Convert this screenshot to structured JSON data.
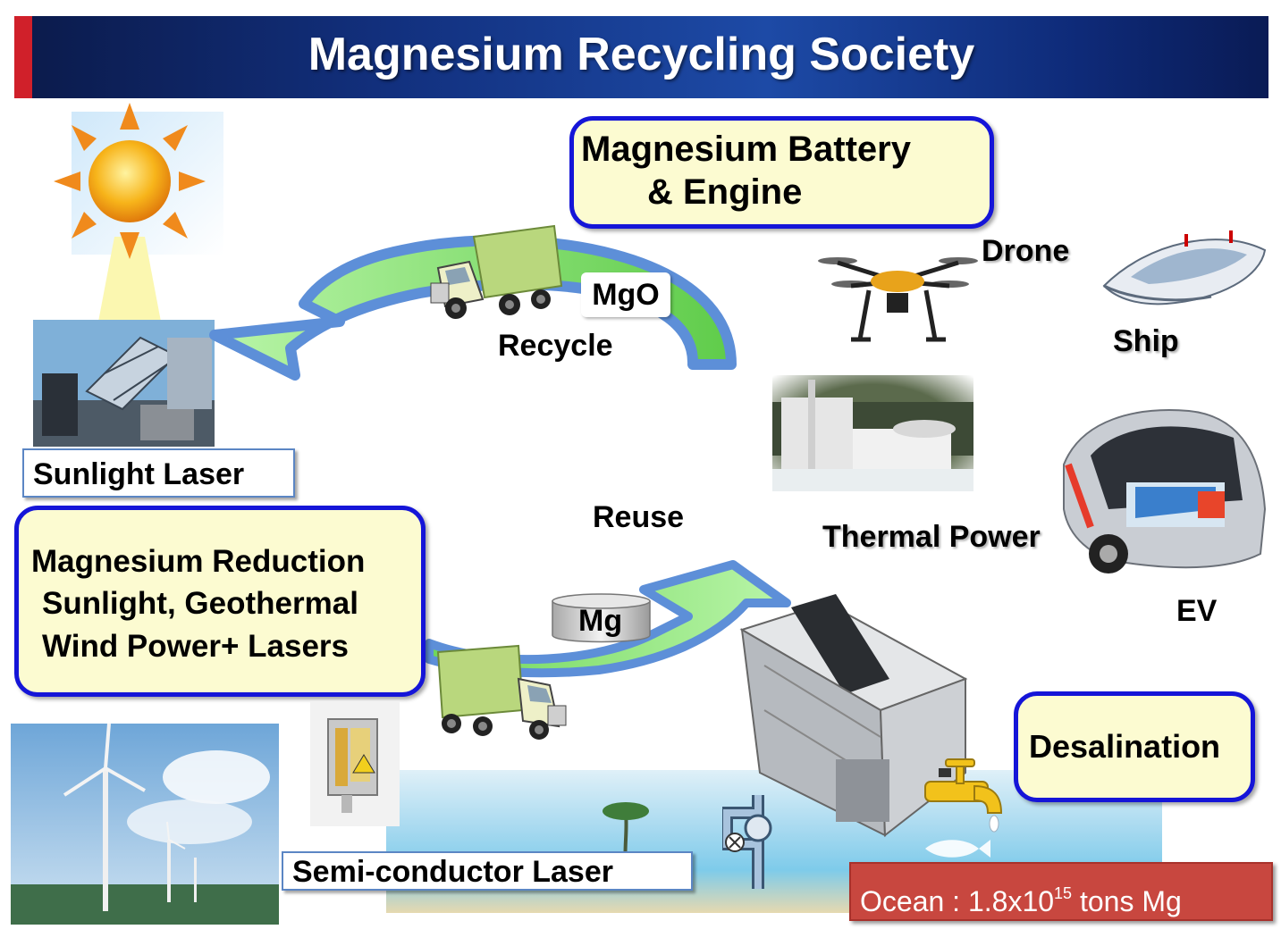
{
  "title": "Magnesium Recycling Society",
  "boxes": {
    "battery_line1": "Magnesium Battery",
    "battery_line2": "& Engine",
    "reduction_line1": "Magnesium Reduction",
    "reduction_line2": "Sunlight, Geothermal",
    "reduction_line3": "Wind Power+ Lasers",
    "desalination": "Desalination",
    "sunlight_laser": "Sunlight Laser",
    "semiconductor_laser": "Semi-conductor Laser"
  },
  "labels": {
    "mgo": "MgO",
    "recycle": "Recycle",
    "reuse": "Reuse",
    "mg": "Mg",
    "drone": "Drone",
    "ship": "Ship",
    "thermal_power": "Thermal Power",
    "ev": "EV"
  },
  "ocean": {
    "prefix": "Ocean : 1.8x10",
    "exponent": "15",
    "suffix": " tons Mg"
  },
  "icons": [
    "sun-icon",
    "truck-icon",
    "drone-icon",
    "ship-icon",
    "car-icon",
    "power-plant-icon",
    "wind-turbine-icon",
    "faucet-icon",
    "valve-icon",
    "laser-diode-icon",
    "desalination-unit-icon"
  ]
}
